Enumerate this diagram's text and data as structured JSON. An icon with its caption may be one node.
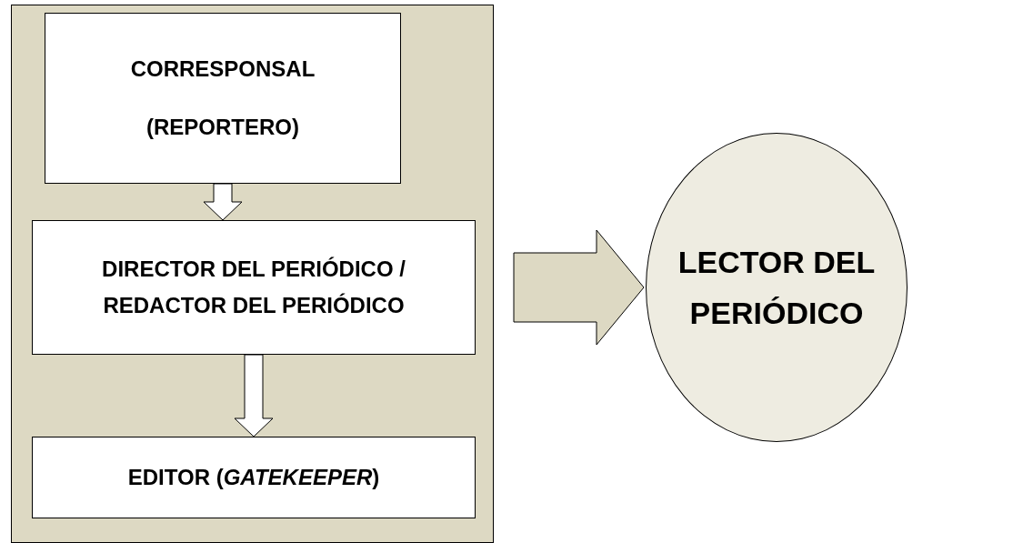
{
  "diagram": {
    "nodes": [
      {
        "text": [],
        "shape": "box"
      },
      {
        "text": [
          "CORRESPONSAL (REPORTERO)"
        ],
        "in": 0
      },
      {
        "text": [
          "DIRECTOR DEL PERIÓDICO / REDACTOR DEL PERIÓDICO"
        ],
        "in": 0
      },
      {
        "text": [
          "EDITOR (*GATEKEEPER*)"
        ],
        "in": 0
      },
      {
        "text": [
          "LECTOR DEL PERIÓDICO"
        ]
      }
    ],
    "edges": [
      {
        "from": 1,
        "to": 2,
        "arrow": "to"
      },
      {
        "from": 2,
        "to": 3,
        "arrow": "to"
      },
      {
        "from": 0,
        "to": 4,
        "arrow": "to"
      }
    ]
  }
}
